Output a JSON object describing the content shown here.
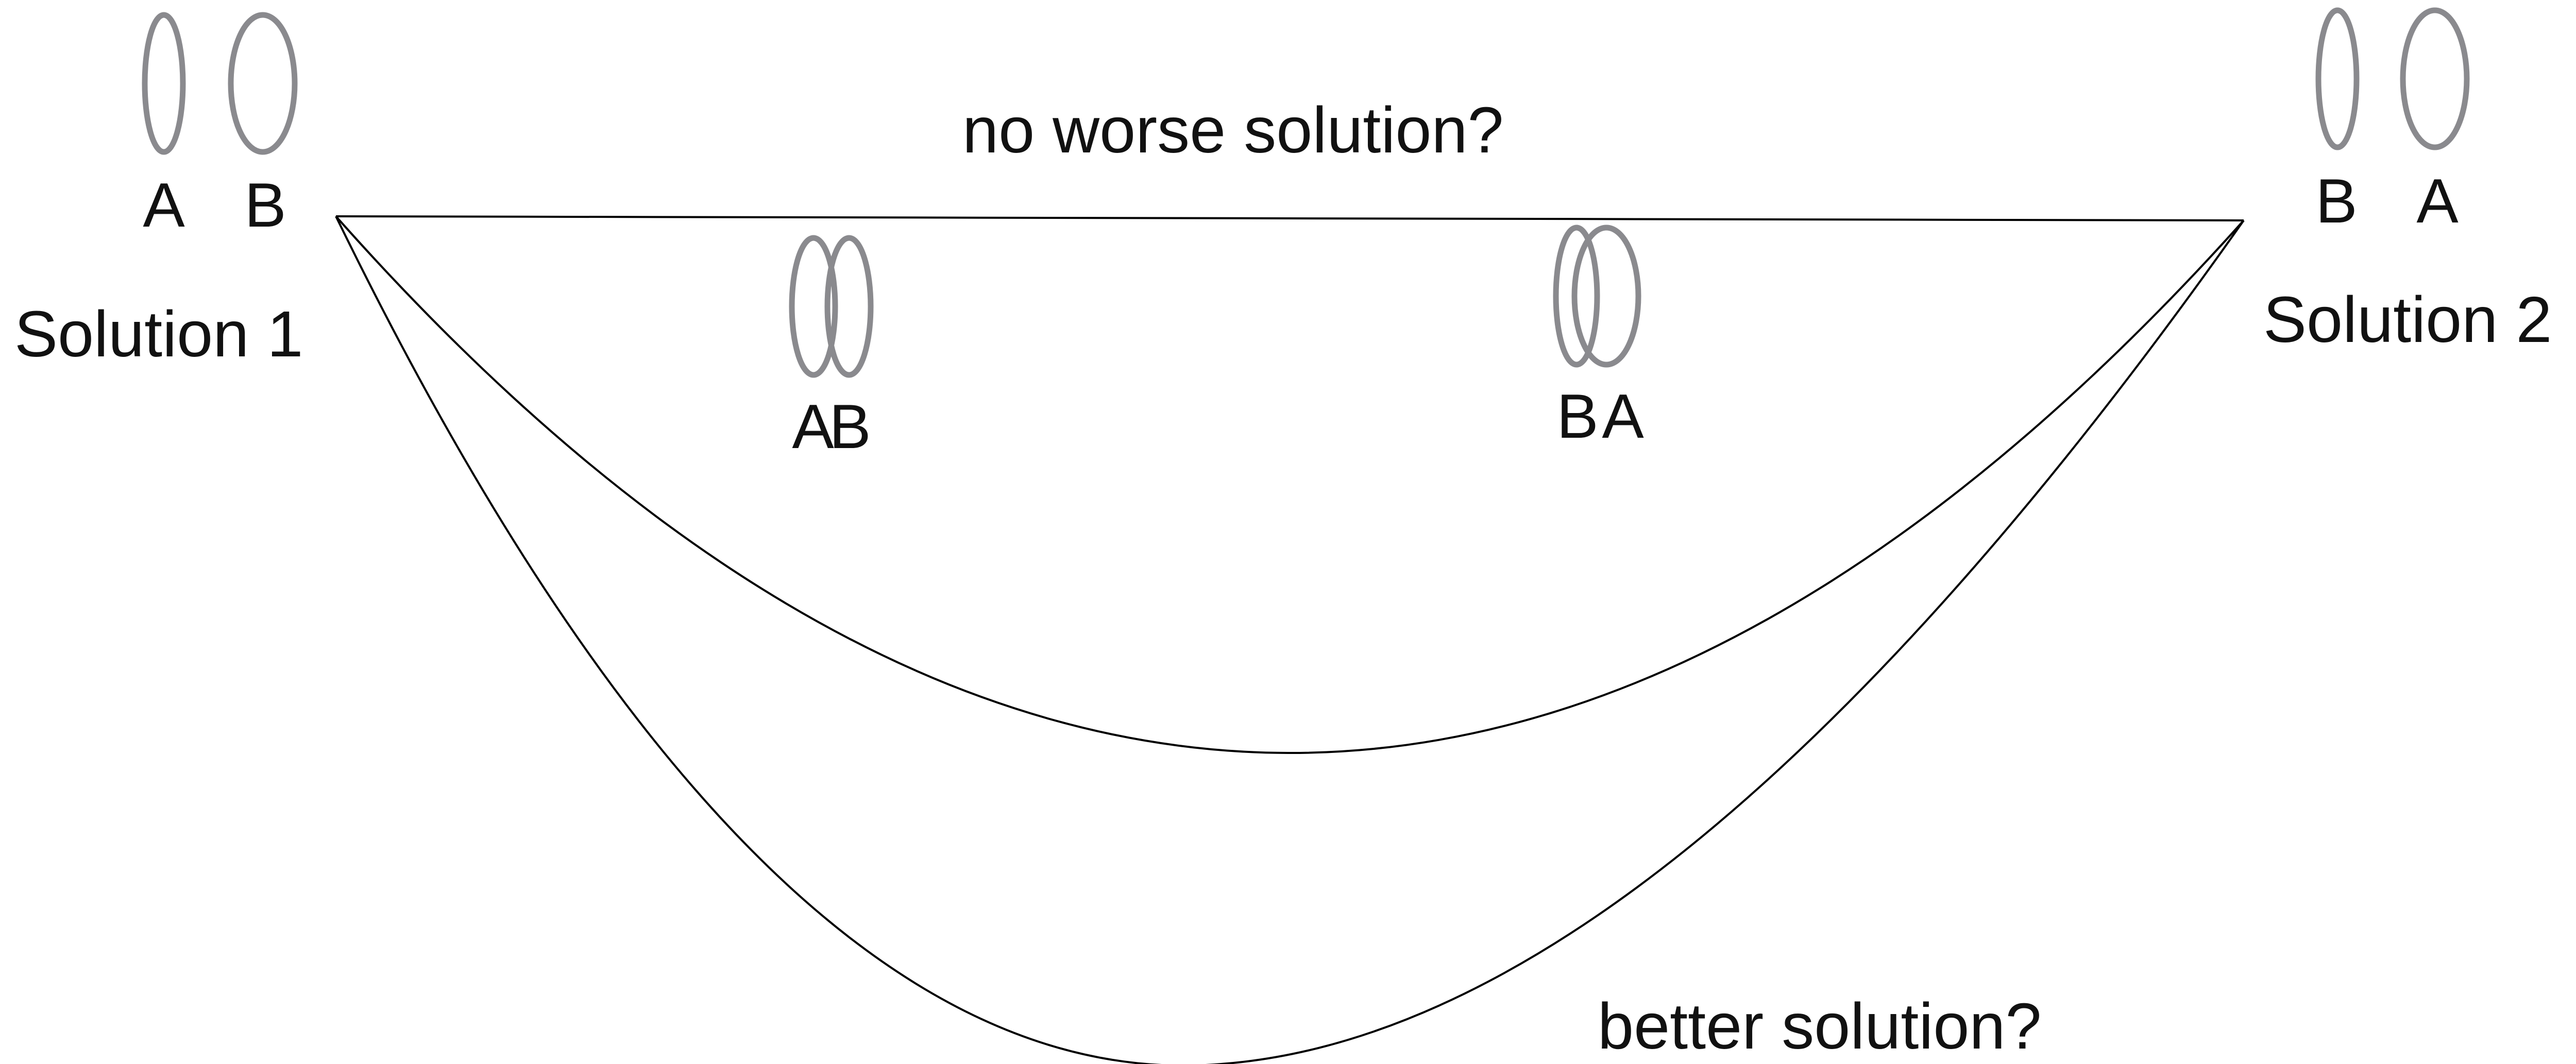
{
  "diagram": {
    "solution_1": {
      "label": "Solution 1",
      "letters": [
        "A",
        "B"
      ]
    },
    "solution_2": {
      "label": "Solution 2",
      "letters": [
        "B",
        "A"
      ]
    },
    "midpoint_1": {
      "letters": [
        "A",
        "B"
      ]
    },
    "midpoint_2": {
      "letters": [
        "B",
        "A"
      ]
    },
    "captions": {
      "straight_path": "no worse solution?",
      "lowest_path": "better solution?"
    },
    "colors": {
      "ring_stroke": "#8a8a8e",
      "line_stroke": "#000000",
      "text": "#111111"
    }
  }
}
